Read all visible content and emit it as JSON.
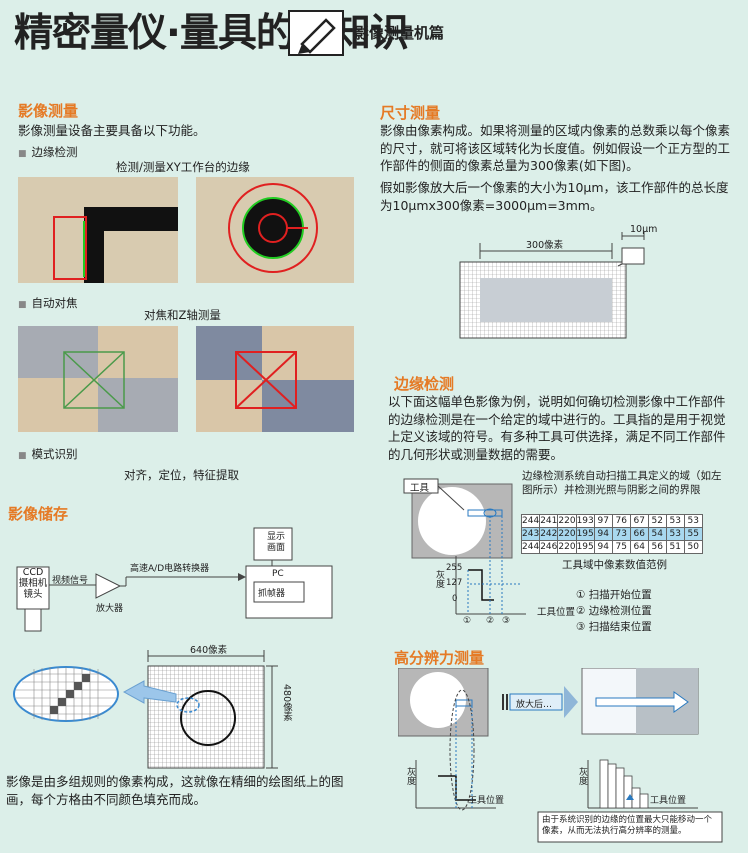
{
  "header": {
    "title": "精密量仪·量具的小知识",
    "subtitle": "影像测量机篇"
  },
  "left": {
    "image_measure": {
      "title": "影像测量",
      "intro": "影像测量设备主要具备以下功能。",
      "edge": {
        "label": "边缘检测",
        "caption": "检测/测量XY工作台的边缘"
      },
      "focus": {
        "label": "自动对焦",
        "caption": "对焦和Z轴测量"
      },
      "pattern": {
        "label": "模式识别",
        "caption": "对齐，定位，特征提取"
      }
    },
    "storage": {
      "title": "影像储存",
      "ccd": "CCD\n摄相机\n镜头",
      "video_signal": "视频信号",
      "amplifier": "放大器",
      "adc": "高速A/D电路转换器",
      "display": "显示\n画面",
      "pc": "PC",
      "grabber": "抓帧器",
      "width_px": "640像素",
      "height_px": "480像素",
      "desc": "影像是由多组规则的像素构成，这就像在精细的绘图纸上的图画，每个方格由不同颜色填充而成。"
    }
  },
  "right": {
    "size": {
      "title": "尺寸测量",
      "desc1": "影像由像素构成。如果将测量的区域内像素的总数乘以每个像素的尺寸，就可将该区域转化为长度值。例如假设一个正方型的工作部件的侧面的像素总量为300像素(如下图)。",
      "desc2": "假如影像放大后一个像素的大小为10μm，该工作部件的总长度为10μmx300像素=3000μm=3mm。",
      "px_label": "300像素",
      "um_label": "10μm"
    },
    "edge": {
      "title": "边缘检测",
      "desc": "以下面这幅单色影像为例，说明如何确切检测影像中工作部件的边缘检测是在一个给定的域中进行的。工具指的是用于视觉上定义该域的符号。有多种工具可供选择，满足不同工作部件的几何形状或测量数据的需要。",
      "tool": "工具",
      "scan_desc": "边缘检测系统自动扫描工具定义的域（如左图所示）并检测光照与阴影之间的界限",
      "table": [
        [
          244,
          241,
          220,
          193,
          97,
          76,
          67,
          52,
          53,
          53
        ],
        [
          243,
          242,
          220,
          195,
          94,
          73,
          66,
          54,
          53,
          55
        ],
        [
          244,
          246,
          220,
          195,
          94,
          75,
          64,
          56,
          51,
          50
        ]
      ],
      "table_caption": "工具域中像素数值范例",
      "ylabel": "灰度",
      "y255": "255",
      "y127": "127",
      "y0": "0",
      "xlabel": "工具位置",
      "n1": "①",
      "n2": "②",
      "n3": "③",
      "steps": [
        "① 扫描开始位置",
        "② 边缘检测位置",
        "③ 扫描结束位置"
      ]
    },
    "hires": {
      "title": "高分辨力测量",
      "zoom": "放大后…",
      "ylabel": "灰度",
      "xlabel": "工具位置",
      "note": "由于系统识别的边缘的位置最大只能移动一个像素，从而无法执行高分辨率的测量。"
    }
  }
}
